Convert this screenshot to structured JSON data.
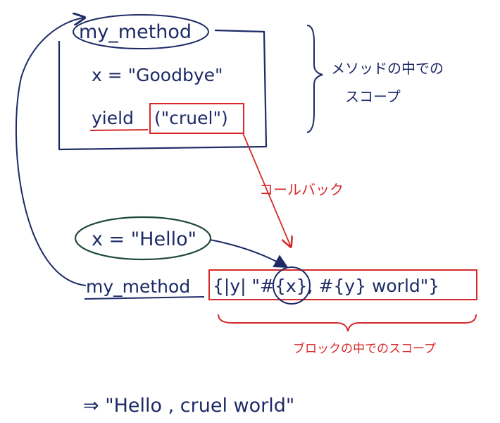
{
  "method_block": {
    "method_name": "my_method",
    "line_assign": "x = \"Goodbye\"",
    "yield_keyword": "yield",
    "yield_args": "(\"cruel\")"
  },
  "method_scope_label_line1": "メソッドの中での",
  "method_scope_label_line2": "スコープ",
  "callback_label": "コールバック",
  "outer_assign": "x = \"Hello\"",
  "call": {
    "method_name": "my_method",
    "block_code": "{|y| \"#{x}, #{y} world\"}"
  },
  "block_scope_label": "ブロックの中でのスコープ",
  "result": "⇒ \"Hello , cruel world\"",
  "colors": {
    "ink": "#1d2a66",
    "red": "#d62a2a",
    "green": "#1f4a35"
  }
}
